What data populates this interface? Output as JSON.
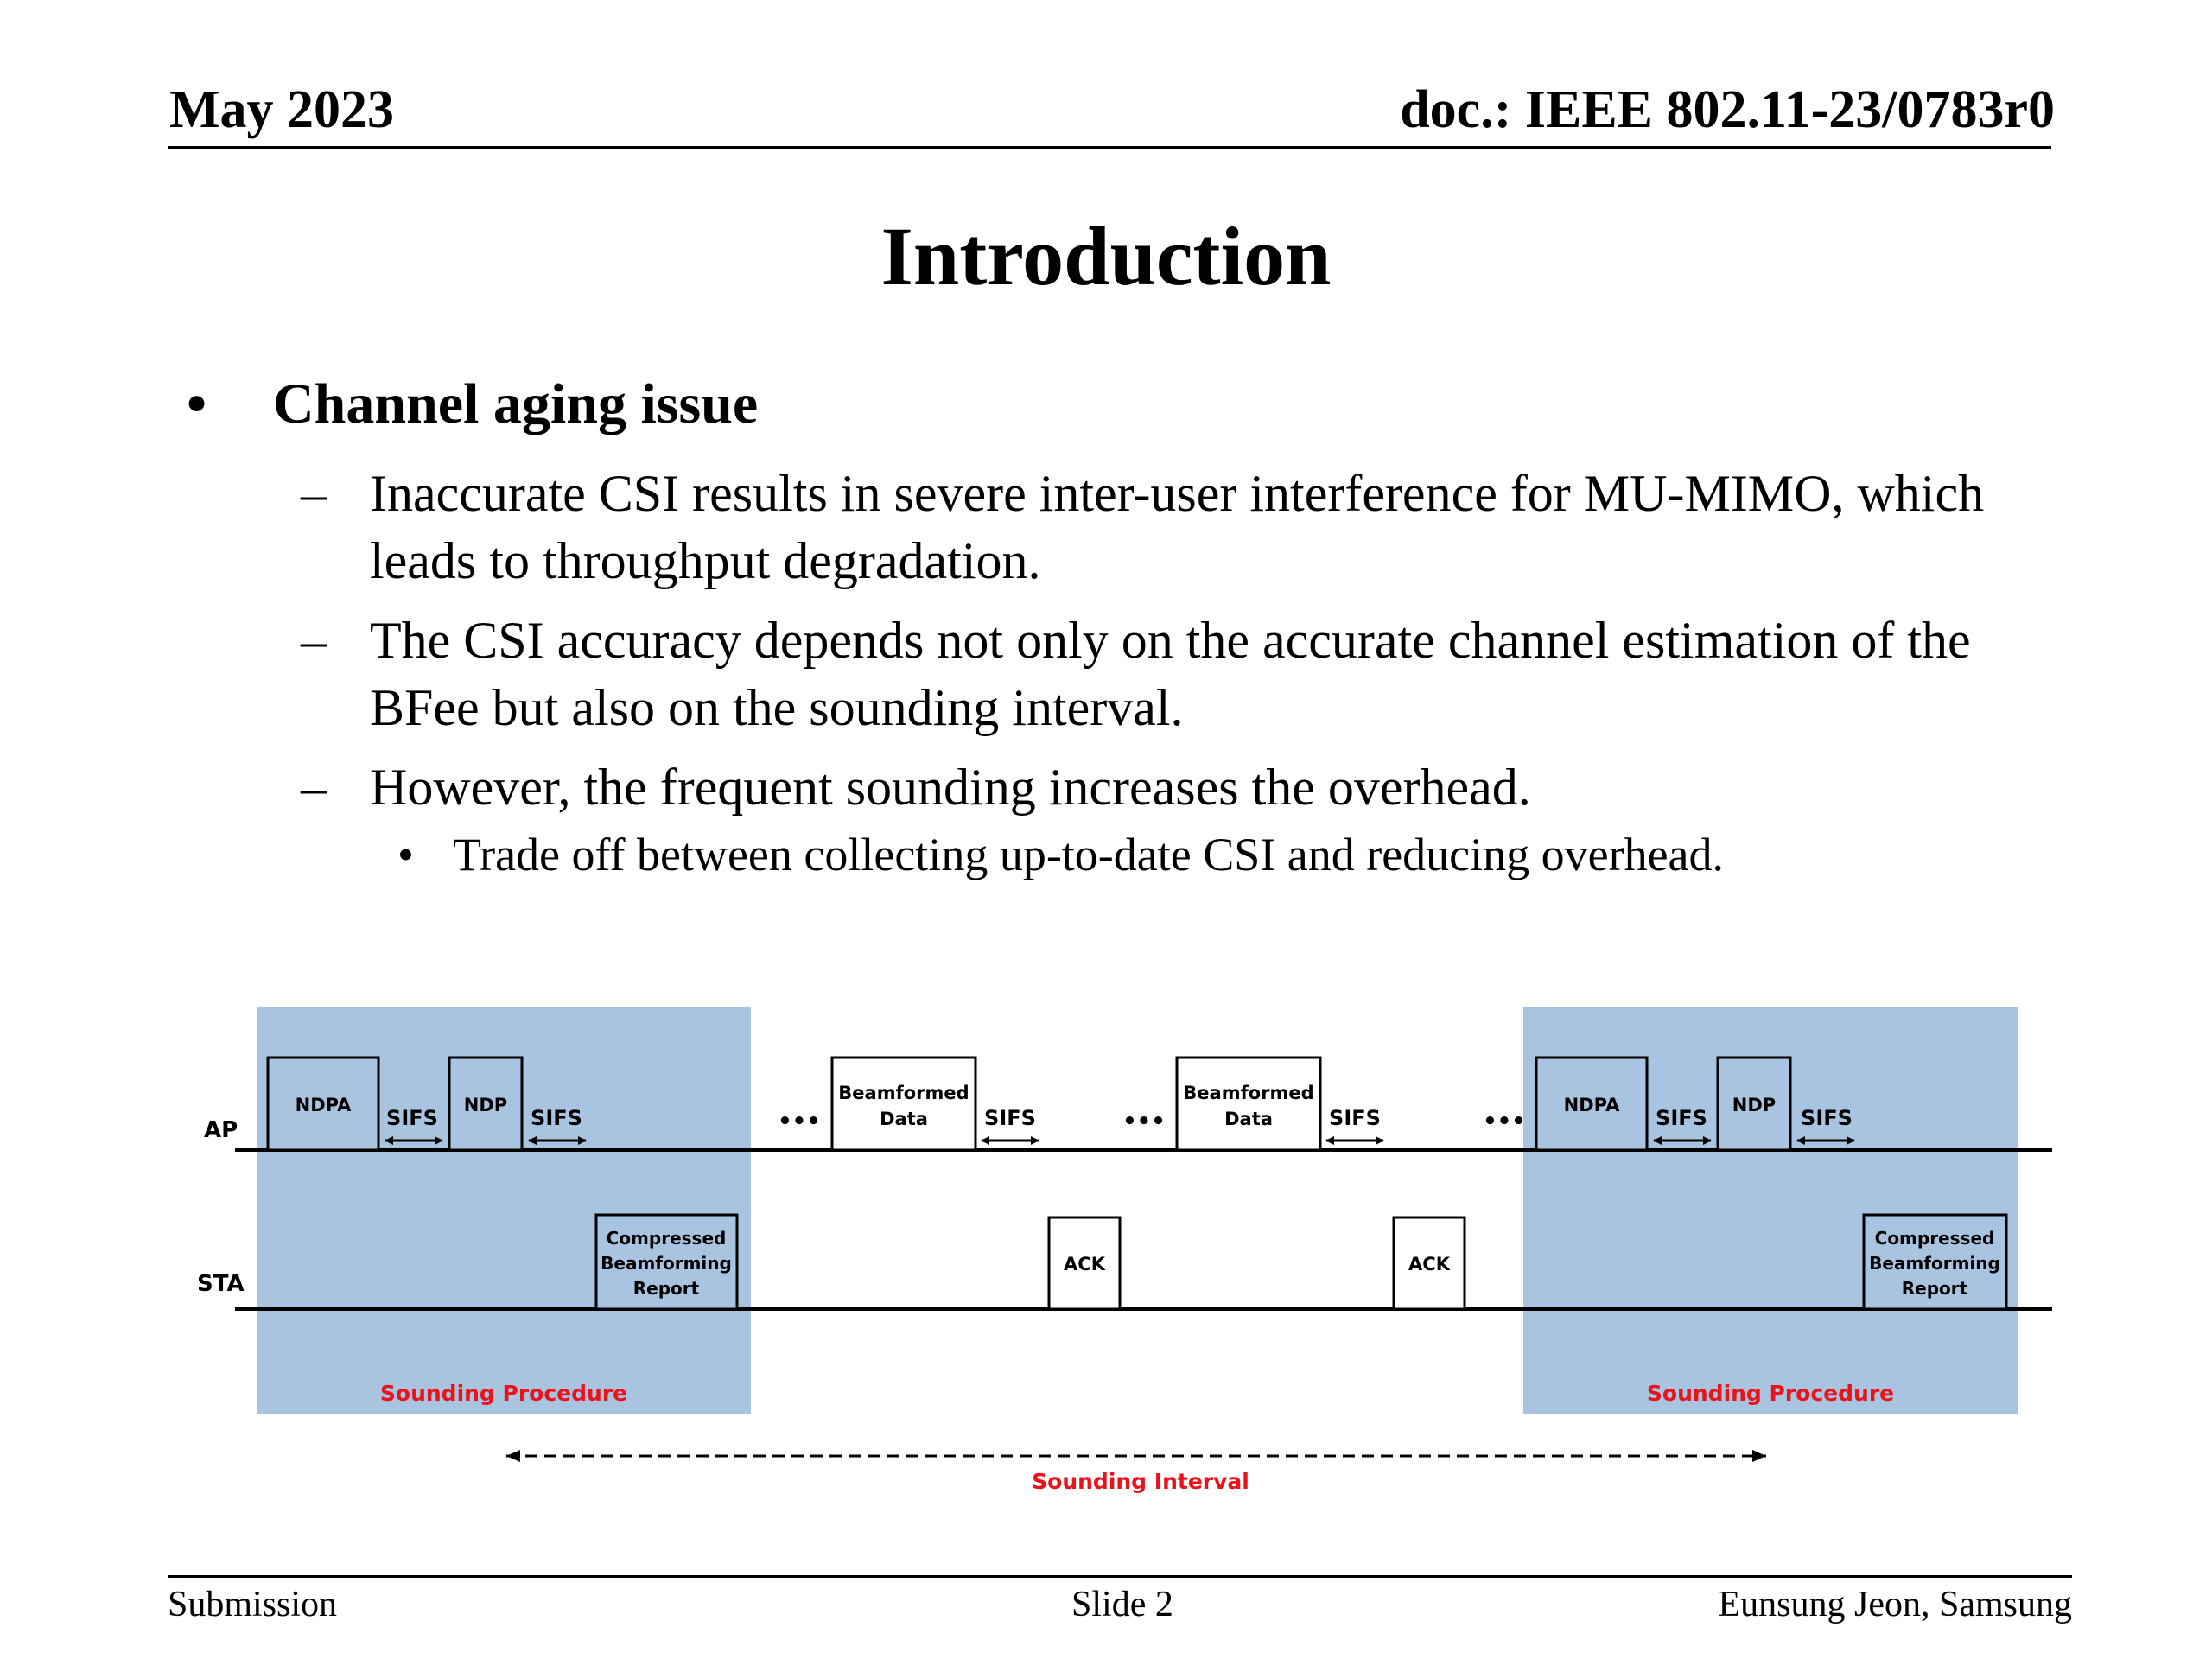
{
  "header": {
    "date": "May 2023",
    "doc_id": "doc.: IEEE 802.11-23/0783r0"
  },
  "slide": {
    "title": "Introduction",
    "bullet": {
      "text": "Channel aging issue",
      "subitems": [
        {
          "text": "Inaccurate CSI results in severe inter-user interference for MU-MIMO, which leads to throughput degradation."
        },
        {
          "text": "The CSI accuracy depends not only on the accurate channel estimation of the BFee but also on the sounding interval."
        },
        {
          "text": "However, the frequent sounding increases the overhead."
        }
      ],
      "subsubitem": "Trade off between collecting up-to-date CSI and reducing overhead."
    }
  },
  "diagram": {
    "ap_label": "AP",
    "sta_label": "STA",
    "ndpa": "NDPA",
    "ndp": "NDP",
    "sifs": "SIFS",
    "beamformed_data": [
      "Beamformed",
      "Data"
    ],
    "ack": "ACK",
    "cbr": [
      "Compressed",
      "Beamforming",
      "Report"
    ],
    "sounding_procedure": "Sounding Procedure",
    "sounding_interval": "Sounding Interval",
    "ellipsis": "•••",
    "colors": {
      "shade": "#a9c4e0",
      "red_label": "#e8141b",
      "line": "#000000"
    }
  },
  "footer": {
    "left": "Submission",
    "center": "Slide 2",
    "right": "Eunsung Jeon, Samsung"
  }
}
